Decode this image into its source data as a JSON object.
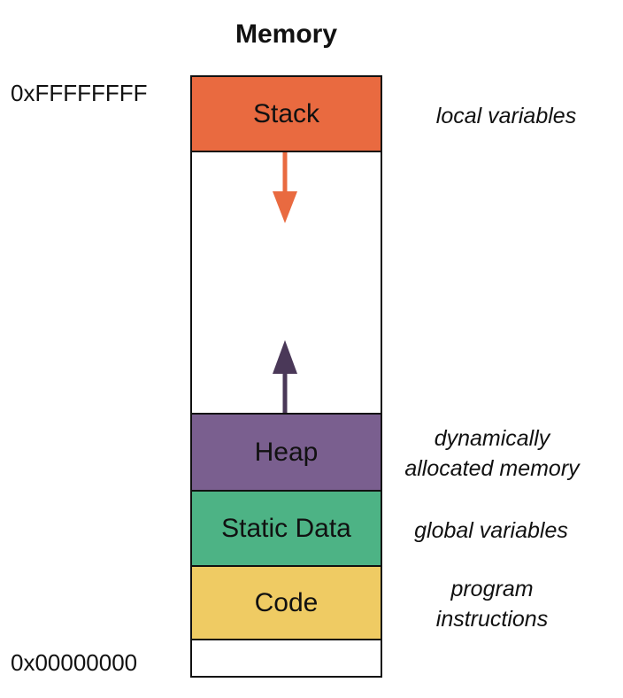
{
  "title": "Memory",
  "addresses": {
    "top": "0xFFFFFFFF",
    "bottom": "0x00000000"
  },
  "segments": [
    {
      "label": "Stack",
      "color": "#e96a40",
      "description": "local variables"
    },
    {
      "label": "Heap",
      "color": "#7a5f8f",
      "description": "dynamically\nallocated memory"
    },
    {
      "label": "Static Data",
      "color": "#4db385",
      "description": "global variables"
    },
    {
      "label": "Code",
      "color": "#efcb63",
      "description": "program\ninstructions"
    }
  ],
  "arrows": {
    "stack_color": "#e96a40",
    "heap_color": "#4a3858"
  }
}
